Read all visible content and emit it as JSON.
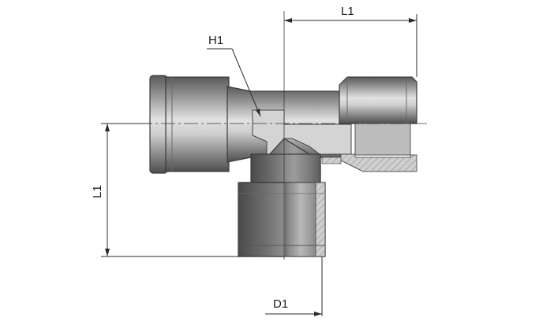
{
  "labels": {
    "l1_top": "L1",
    "l1_left": "L1",
    "h1": "H1",
    "d1": "D1"
  },
  "colors": {
    "body_dark": "#5b5b5b",
    "body_mid": "#9a9a9a",
    "body_light": "#d6d6d6",
    "section_fill": "#bdbdbd",
    "hatch_fill": "#c8c8c8",
    "line": "#2a2a2a"
  }
}
